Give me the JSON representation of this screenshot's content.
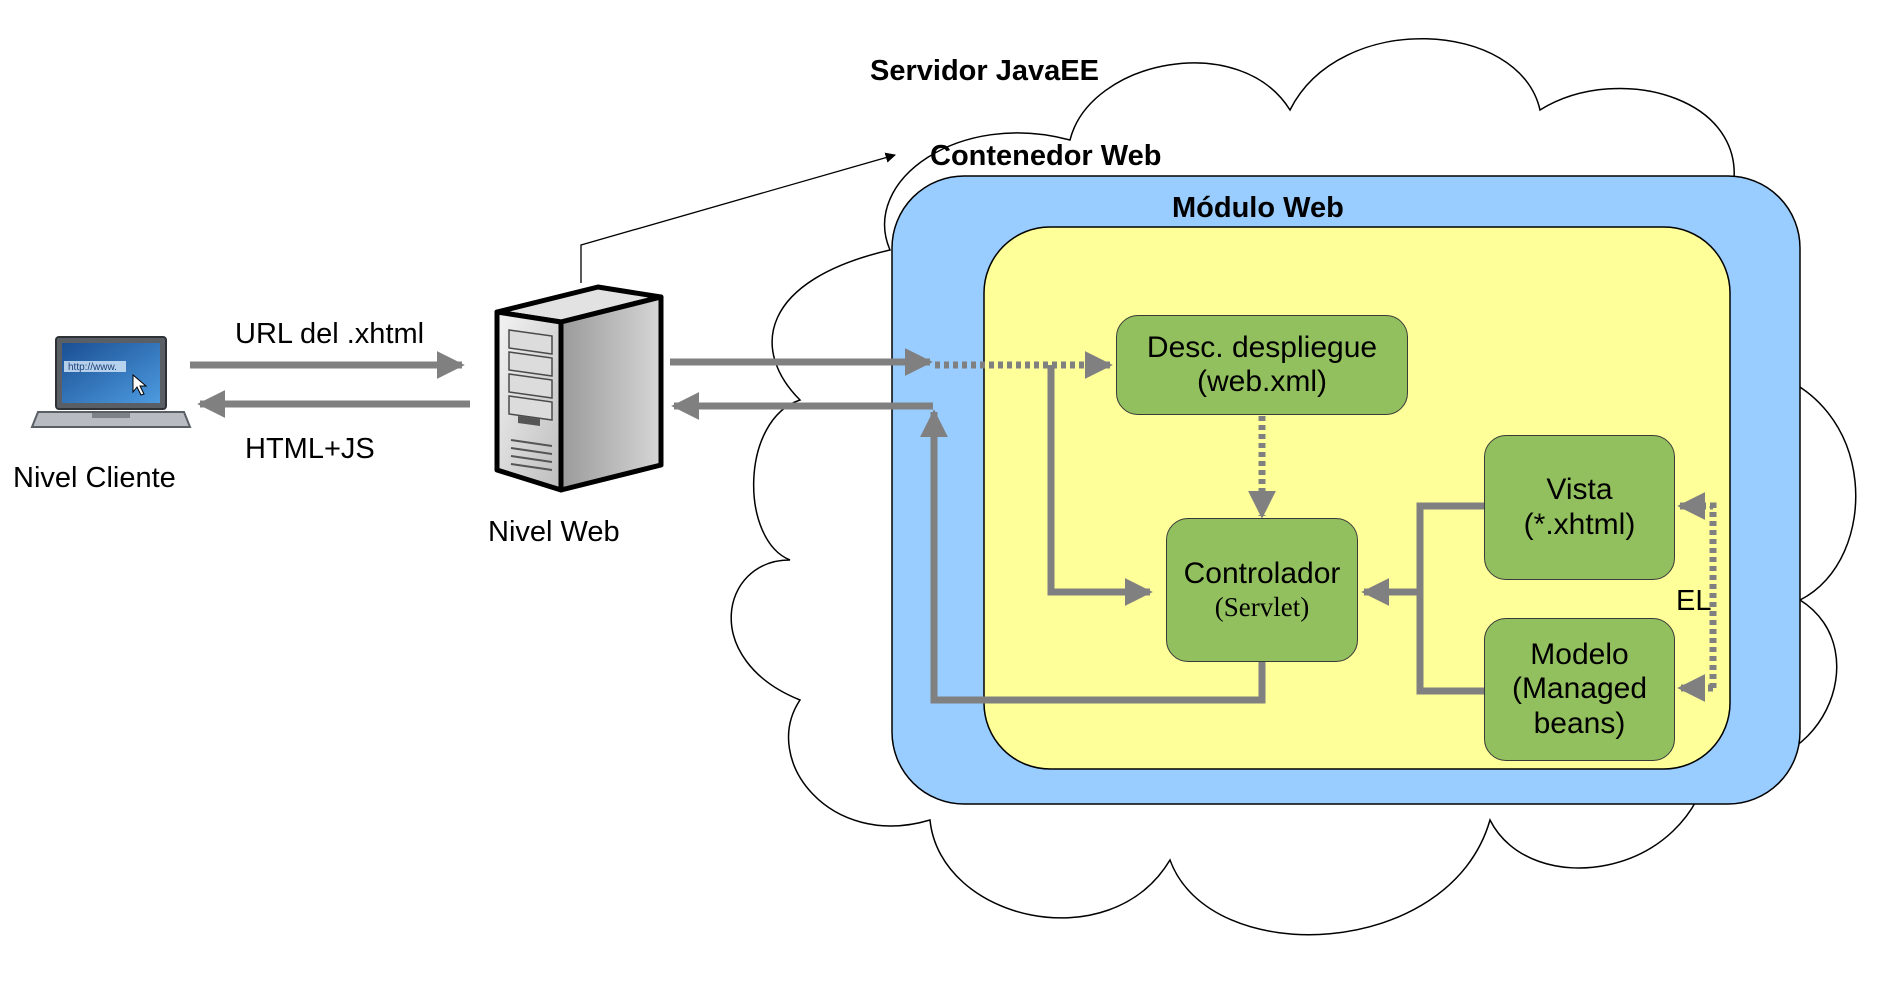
{
  "labels": {
    "servidor": "Servidor JavaEE",
    "contenedor": "Contenedor Web",
    "modulo": "Módulo Web",
    "url": "URL del .xhtml",
    "html_js": "HTML+JS",
    "nivel_cliente": "Nivel Cliente",
    "nivel_web": "Nivel Web",
    "laptop_screen": "http://www.",
    "el": "EL"
  },
  "boxes": {
    "desc": {
      "line1": "Desc. despliegue",
      "line2": "(web.xml)"
    },
    "controlador": {
      "line1": "Controlador",
      "line2": "(Servlet)"
    },
    "vista": {
      "line1": "Vista",
      "line2": "(*.xhtml)"
    },
    "modelo": {
      "line1": "Modelo",
      "line2": "(Managed",
      "line3": "beans)"
    }
  },
  "colors": {
    "cloud_stroke": "#000000",
    "contenedor_fill": "#99ccff",
    "modulo_fill": "#ffff99",
    "component_fill": "#93c05e",
    "arrow": "#808080",
    "laptop_screen": "#2e6fb8"
  },
  "icons": {
    "laptop": "laptop-icon",
    "server": "server-tower-icon"
  }
}
